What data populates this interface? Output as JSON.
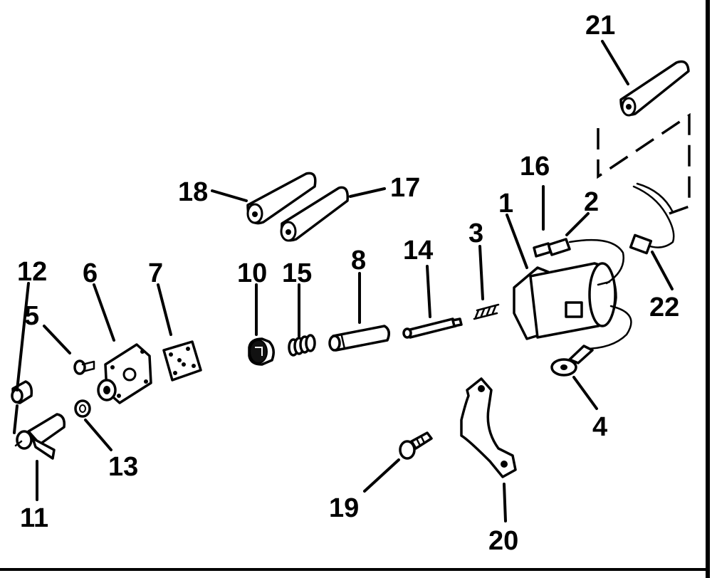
{
  "labels": {
    "n1": "1",
    "n2": "2",
    "n3": "3",
    "n4": "4",
    "n5": "5",
    "n6": "6",
    "n7": "7",
    "n8": "8",
    "n10": "10",
    "n11": "11",
    "n12": "12",
    "n13": "13",
    "n14": "14",
    "n15": "15",
    "n16": "16",
    "n17": "17",
    "n18": "18",
    "n19": "19",
    "n20": "20",
    "n21": "21",
    "n22": "22"
  }
}
